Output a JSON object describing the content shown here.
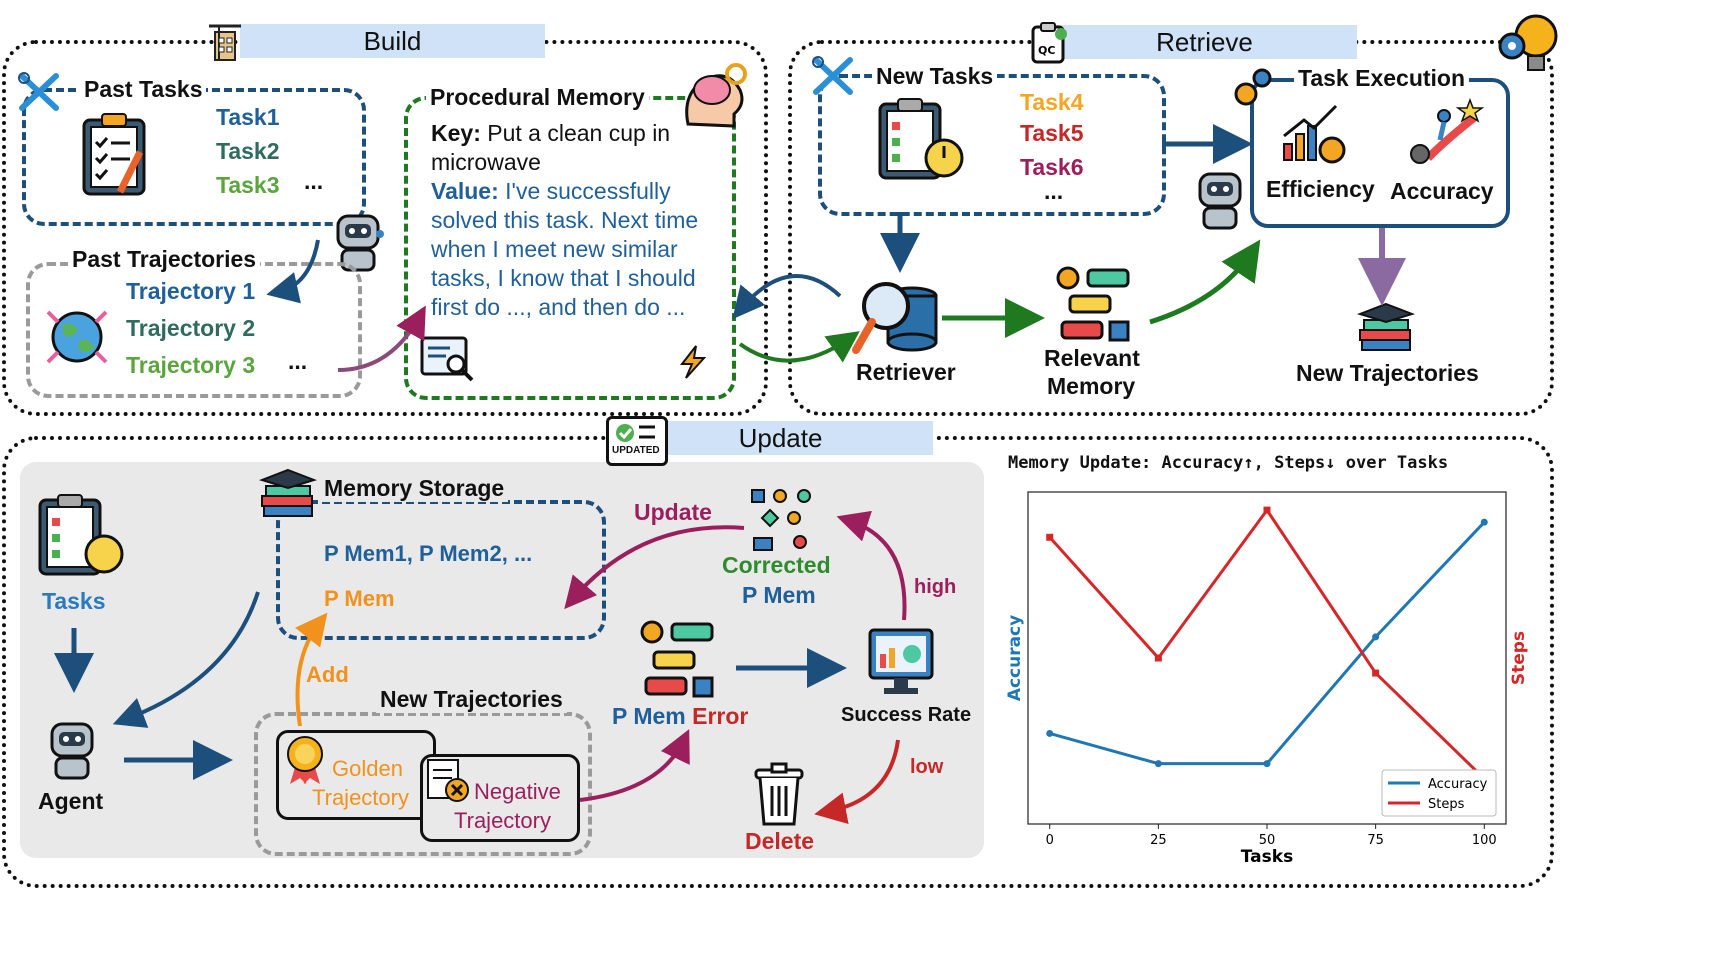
{
  "build": {
    "header": "Build",
    "past_tasks": {
      "title": "Past Tasks",
      "items": [
        "Task1",
        "Task2",
        "Task3"
      ],
      "more": "..."
    },
    "past_trajectories": {
      "title": "Past Trajectories",
      "items": [
        "Trajectory 1",
        "Trajectory 2",
        "Trajectory 3"
      ],
      "more": "..."
    },
    "procedural_memory": {
      "title": "Procedural Memory",
      "key_label": "Key:",
      "key_text": "Put a clean cup in",
      "key_text2": "microwave",
      "value_label": "Value:",
      "value_lines": [
        "I've successfully",
        "solved this task. Next time",
        "when I meet new similar",
        "tasks, I know that I should",
        "first do ..., and then do ..."
      ]
    }
  },
  "retrieve": {
    "header": "Retrieve",
    "new_tasks": {
      "title": "New Tasks",
      "items": [
        "Task4",
        "Task5",
        "Task6"
      ],
      "more": "..."
    },
    "task_execution": {
      "title": "Task Execution",
      "efficiency": "Efficiency",
      "accuracy": "Accuracy"
    },
    "retriever": "Retriever",
    "relevant_memory_1": "Relevant",
    "relevant_memory_2": "Memory",
    "new_trajectories": "New Trajectories"
  },
  "update": {
    "header": "Update",
    "icon_text": "UPDATED",
    "tasks": "Tasks",
    "agent": "Agent",
    "memory_storage": {
      "title": "Memory Storage",
      "line1": "P Mem1, P Mem2, ...",
      "line2": "P Mem"
    },
    "add": "Add",
    "new_trajectories": {
      "title": "New Trajectories",
      "golden_1": "Golden",
      "golden_2": "Trajectory",
      "negative_1": "Negative",
      "negative_2": "Trajectory"
    },
    "p_mem": "P Mem",
    "error": "Error",
    "update_label": "Update",
    "corrected_1": "Corrected",
    "corrected_2": "P Mem",
    "high": "high",
    "low": "low",
    "success_rate": "Success Rate",
    "delete": "Delete"
  },
  "colors": {
    "blue_text": "#1f5f9a",
    "teal_text": "#2f6b5f",
    "green_text": "#5aa53c",
    "orange": "#f0921c",
    "red": "#c62828",
    "purple": "#9c1f5d",
    "dark_blue": "#1d4f7c",
    "green_dash": "#1f7a1f",
    "header_bg": "#cfe2f7"
  },
  "chart_data": {
    "type": "line",
    "title": "Memory Update: Accuracy↑, Steps↓ over Tasks",
    "xlabel": "Tasks",
    "ylabel_left": "Accuracy",
    "ylabel_right": "Steps",
    "x": [
      0,
      25,
      50,
      75,
      100
    ],
    "xticks": [
      "0",
      "25",
      "50",
      "75",
      "100"
    ],
    "xlim": [
      -5,
      105
    ],
    "series": [
      {
        "name": "Accuracy",
        "axis": "left",
        "color": "#1f77b4",
        "values": [
          0.3,
          0.2,
          0.2,
          0.62,
          1.0
        ]
      },
      {
        "name": "Steps",
        "axis": "right",
        "color": "#d62728",
        "values": [
          0.95,
          0.55,
          1.04,
          0.5,
          0.15
        ]
      }
    ],
    "ylim": [
      0,
      1.1
    ],
    "legend": "bottom-right",
    "grid": false
  }
}
